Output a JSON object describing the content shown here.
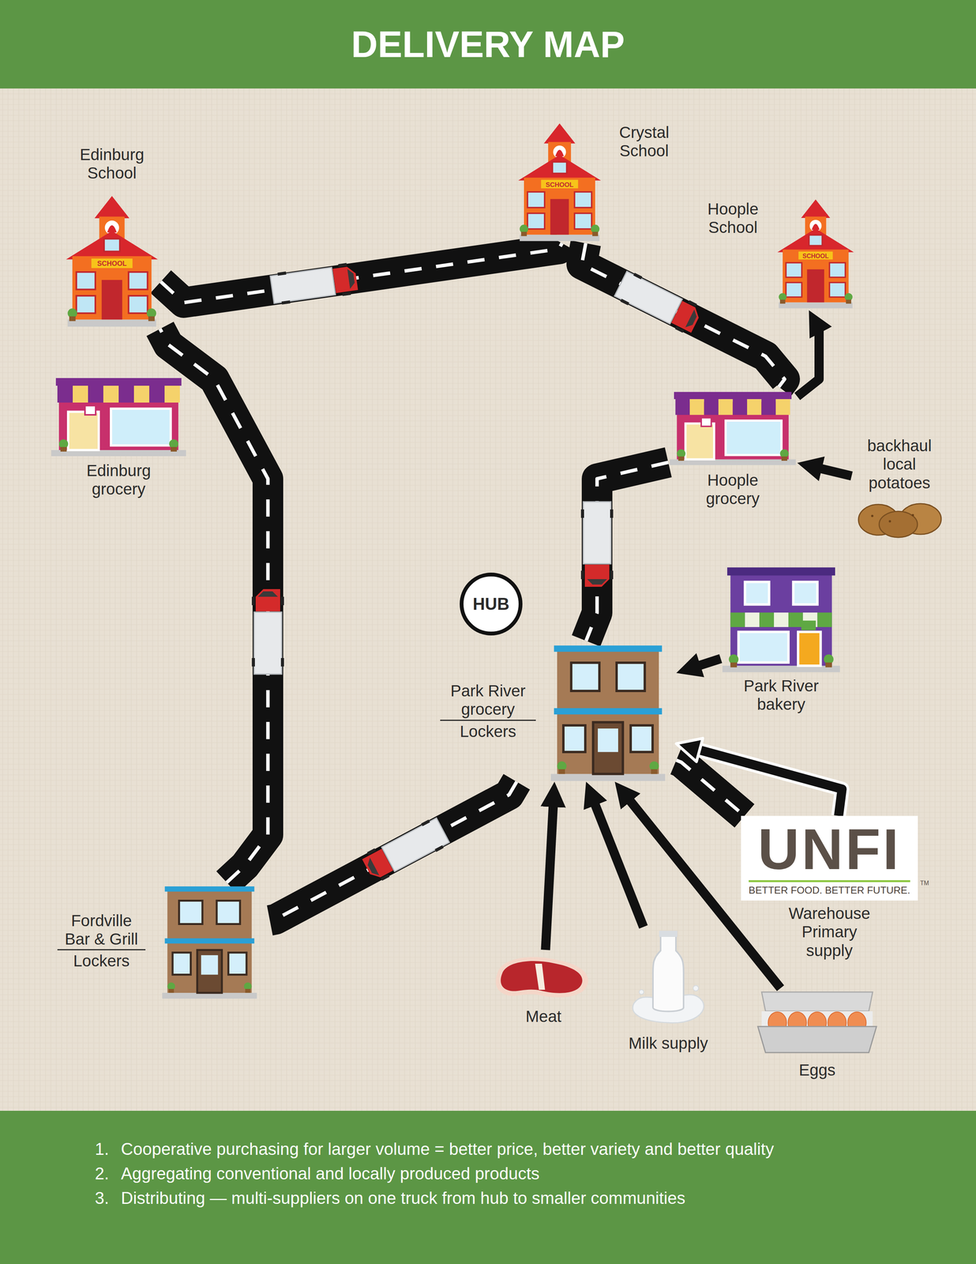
{
  "diagram": {
    "title": "DELIVERY MAP",
    "nodes": [
      {
        "text": [
          "Edinburg School",
          "SCHOOL"
        ]
      },
      {
        "text": [
          "Crystal School",
          "SCHOOL"
        ]
      },
      {
        "text": [
          "Hoople School",
          "SCHOOL"
        ]
      },
      {
        "text": [
          "Edinburg grocery"
        ]
      },
      {
        "text": [
          "Hoople grocery"
        ]
      },
      {
        "text": [
          "HUB"
        ]
      },
      {
        "text": [
          "Park River grocery",
          "Lockers"
        ]
      },
      {
        "text": [
          "Park River bakery"
        ]
      },
      {
        "text": [
          "backhaul local potatoes"
        ]
      },
      {
        "text": [
          "UNFI",
          "BETTER FOOD. BETTER FUTURE.",
          "Warehouse Primary supply"
        ]
      },
      {
        "text": [
          "Fordville Bar & Grill",
          "Lockers"
        ]
      },
      {
        "text": [
          "Meat"
        ]
      },
      {
        "text": [
          "Milk supply"
        ]
      },
      {
        "text": [
          "Eggs"
        ]
      }
    ],
    "edges": [
      {
        "from": 0,
        "to": 1,
        "arrow": "none"
      },
      {
        "from": 1,
        "to": 4,
        "arrow": "none"
      },
      {
        "from": 4,
        "to": 6,
        "arrow": "none"
      },
      {
        "from": 6,
        "to": 10,
        "arrow": "none"
      },
      {
        "from": 10,
        "to": 0,
        "arrow": "none"
      },
      {
        "from": 6,
        "to": 9,
        "arrow": "none"
      },
      {
        "from": 9,
        "to": 6,
        "arrow": "to"
      },
      {
        "from": 7,
        "to": 6,
        "arrow": "to"
      },
      {
        "from": 11,
        "to": 6,
        "arrow": "to"
      },
      {
        "from": 12,
        "to": 6,
        "arrow": "to"
      },
      {
        "from": 13,
        "to": 6,
        "arrow": "to"
      },
      {
        "from": 8,
        "to": 4,
        "arrow": "to"
      },
      {
        "from": 4,
        "to": 2,
        "arrow": "to"
      }
    ],
    "labels": [
      "TM",
      "1.",
      "Cooperative purchasing for larger volume = better price, better variety and better quality",
      "2.",
      "Aggregating conventional and locally produced products",
      "3.",
      "Distributing — multi-suppliers on one truck from hub to smaller communities"
    ]
  }
}
